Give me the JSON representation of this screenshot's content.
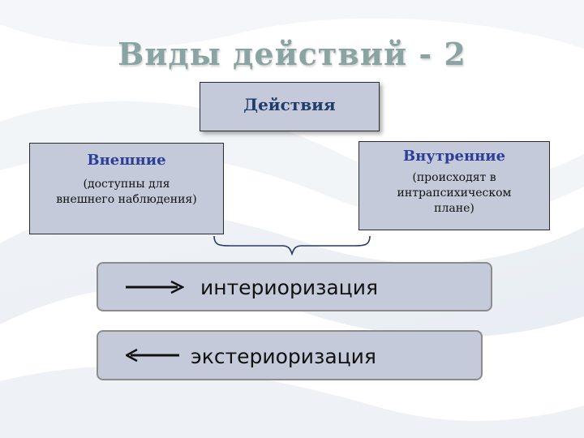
{
  "slide": {
    "title": "Виды действий - 2"
  },
  "diagram": {
    "root": "Действия",
    "external": {
      "heading": "Внешние",
      "note": "(доступны для\nвнешнего наблюдения)"
    },
    "internal": {
      "heading": "Внутренние",
      "note": "(происходят в\nинтрапсихическом\nплане)"
    },
    "processes": [
      {
        "label": "интериоризация",
        "arrow_direction": "right"
      },
      {
        "label": "экстериоризация",
        "arrow_direction": "left"
      }
    ]
  },
  "colors": {
    "box_fill": "#c4cad9",
    "title": "#8aa3a3",
    "heading_text": "#2b3f9a"
  }
}
